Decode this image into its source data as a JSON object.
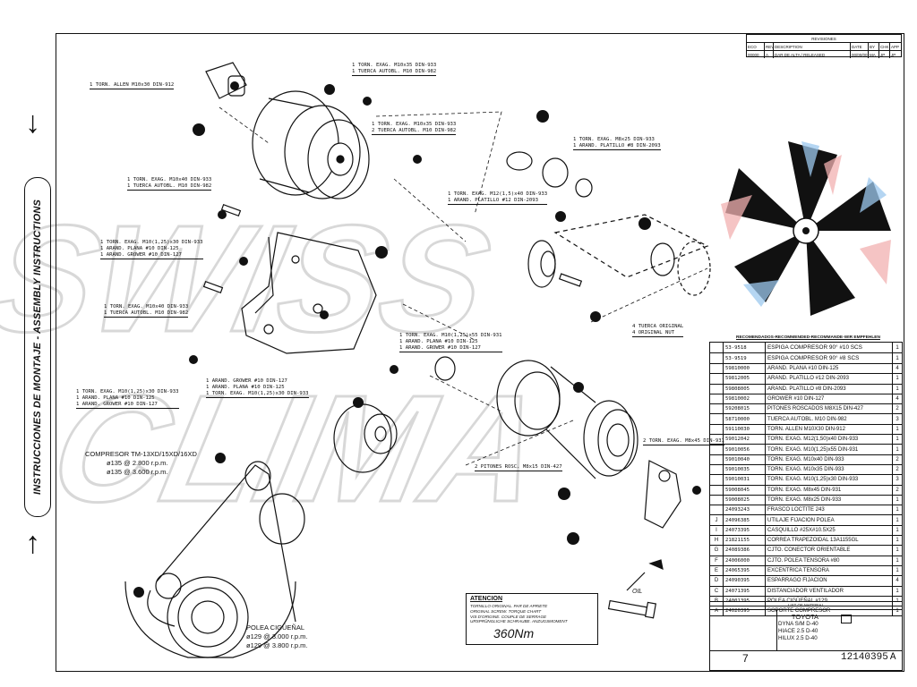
{
  "side": {
    "arrow_up_glyph": "↓",
    "arrow_down_glyph": "↑",
    "title": "INSTRUCCIONES DE MONTAJE - ASSEMBLY INSTRUCTIONS"
  },
  "labels": [
    {
      "l1": "1 TORN. ALLEN M10x30 DIN-912"
    },
    {
      "l1": "1 TORN. EXAG. M10x35 DIN-933",
      "l2": "1 TUERCA AUTOBL. M10 DIN-982"
    },
    {
      "l1": "1 TORN. EXAG. M10x35 DIN-933",
      "l2": "2 TUERCA AUTOBL. M10 DIN-982"
    },
    {
      "l1": "1 TORN. EXAG. M8x25 DIN-933",
      "l2": "1 ARAND. PLATILLO #8 DIN-2093"
    },
    {
      "l1": "1 TORN. EXAG. M10x40 DIN-933",
      "l2": "1 TUERCA AUTOBL. M10 DIN-982"
    },
    {
      "l1": "1 TORN. EXAG. M12(1,5)x40 DIN-933",
      "l2": "1 ARAND. PLATILLO #12 DIN-2093"
    },
    {
      "l1": "1 TORN. EXAG. M10(1,25)x30 DIN-933",
      "l2": "1 ARAND. PLANA #10 DIN-125",
      "l3": "1 ARAND. GROWER #10 DIN-127"
    },
    {
      "l1": "1 TORN. EXAG. M10x40 DIN-933",
      "l2": "1 TUERCA AUTOBL. M10 DIN-982"
    },
    {
      "l1": "1 TORN. EXAG. M10(1,25)x55 DIN-931",
      "l2": "1 ARAND. PLANA #10 DIN-125",
      "l3": "1 ARAND. GROWER #10 DIN-127"
    },
    {
      "l1": "4 TUERCA ORIGINAL",
      "l2": "4 ORIGINAL NUT"
    },
    {
      "l1": "1 TORN. EXAG. M10(1,25)x30 DIN-933",
      "l2": "1 ARAND. PLANA #10 DIN-125",
      "l3": "1 ARAND. GROWER #10 DIN-127"
    },
    {
      "l1": "1 ARAND. GROWER #10 DIN-127",
      "l2": "1 ARAND. PLANA #10 DIN-125",
      "l3": "1 TORN. EXAG. M10(1,25)x30 DIN-933"
    },
    {
      "l1": "2 TORN. EXAG. M8x45 DIN-931"
    },
    {
      "l1": "2 PITONES ROSC. M8x15 DIN-427"
    }
  ],
  "compressor_note": {
    "line1": "COMPRESOR TM-13XD/15XD/16XD",
    "line2": "ø135 @ 2.800 r.p.m.",
    "line3": "ø135 @ 3.600 r.p.m."
  },
  "pulley_note": {
    "line1": "POLEA CIGÜEÑAL",
    "line2": "ø129 @ 3.000 r.p.m.",
    "line3": "ø129 @ 3.800 r.p.m."
  },
  "oil_label": "OIL",
  "atencion": {
    "title": "ATENCION",
    "b1": "TORNILLO ORIGINAL. PAR DE APRIETE",
    "b2": "ORIGINAL SCREW. TORQUE CHART",
    "b3": "VIS D'ORIGINE. COUPLE DE SERRAGE",
    "b4": "URSPRÜNGLICHE SCHRAUBE. ANZUGSMOMENT",
    "value": "360Nm"
  },
  "revisions": {
    "header": "REVISIONES",
    "cols": [
      "ECO",
      "REV",
      "DESCRIPTION",
      "DATE",
      "BY",
      "CHK",
      "APP"
    ],
    "row": [
      "00000",
      "A",
      "DAR DE ALTA / RELEASED",
      "00/00/00",
      "MA",
      "JP",
      "JP"
    ]
  },
  "recommended_header": "RECOMENDADOS-RECOMMENDED-RECOMMANDÉ-WIR EMPFEHLEN",
  "recommended": [
    {
      "code": "53-9518",
      "desc": "ESPIGA COMPRESOR 90° #10 SCS",
      "qty": "1"
    },
    {
      "code": "53-9519",
      "desc": "ESPIGA COMPRESOR 90° #8 SCS",
      "qty": "1"
    }
  ],
  "parts": [
    {
      "pos": "",
      "code": "59810000",
      "desc": "ARAND. PLANA #10 DIN-125",
      "qty": "4"
    },
    {
      "pos": "",
      "code": "59812005",
      "desc": "ARAND. PLATILLO #12 DIN-2093",
      "qty": "1"
    },
    {
      "pos": "",
      "code": "59808005",
      "desc": "ARAND. PLATILLO #8 DIN-2093",
      "qty": "1"
    },
    {
      "pos": "",
      "code": "59810002",
      "desc": "GROWER #10 DIN-127",
      "qty": "4"
    },
    {
      "pos": "",
      "code": "59208015",
      "desc": "PITONES ROSCADOS M8X15 DIN-427",
      "qty": "2"
    },
    {
      "pos": "",
      "code": "58710000",
      "desc": "TUERCA AUTOBL. M10 DIN-982",
      "qty": "3"
    },
    {
      "pos": "",
      "code": "59110030",
      "desc": "TORN. ALLEN M10X30 DIN-912",
      "qty": "1"
    },
    {
      "pos": "",
      "code": "59012042",
      "desc": "TORN. EXAG. M12(1,50)x40 DIN-933",
      "qty": "1"
    },
    {
      "pos": "",
      "code": "59010056",
      "desc": "TORN. EXAG. M10(1,25)x55 DIN-931",
      "qty": "1"
    },
    {
      "pos": "",
      "code": "59010040",
      "desc": "TORN. EXAG. M10x40 DIN-933",
      "qty": "2"
    },
    {
      "pos": "",
      "code": "59010035",
      "desc": "TORN. EXAG. M10x35 DIN-933",
      "qty": "2"
    },
    {
      "pos": "",
      "code": "59010031",
      "desc": "TORN. EXAG. M10(1,25)x30 DIN-933",
      "qty": "3"
    },
    {
      "pos": "",
      "code": "59008045",
      "desc": "TORN. EXAG. M8x45 DIN-931",
      "qty": "2"
    },
    {
      "pos": "",
      "code": "59008025",
      "desc": "TORN. EXAG. M8x25 DIN-933",
      "qty": "1"
    },
    {
      "pos": "",
      "code": "24093243",
      "desc": "FRASCO LOCTITE 243",
      "qty": "1"
    },
    {
      "pos": "J",
      "code": "24096385",
      "desc": "UTILAJE FIJACION POLEA",
      "qty": "1"
    },
    {
      "pos": "I",
      "code": "24073395",
      "desc": "CASQUILLO #25X#10.5X25",
      "qty": "1"
    },
    {
      "pos": "H",
      "code": "21821155",
      "desc": "CORREA TRAPEZOIDAL 13A1155GL",
      "qty": "1"
    },
    {
      "pos": "G",
      "code": "24089386",
      "desc": "CJTO. CONECTOR ORIENTABLE",
      "qty": "1"
    },
    {
      "pos": "F",
      "code": "24006000",
      "desc": "CJTO. POLEA TENSORA #80",
      "qty": "1"
    },
    {
      "pos": "E",
      "code": "24065395",
      "desc": "EXCENTRICA TENSORA",
      "qty": "1"
    },
    {
      "pos": "D",
      "code": "24090395",
      "desc": "ESPARRAGO FIJACION",
      "qty": "4"
    },
    {
      "pos": "C",
      "code": "24071395",
      "desc": "DISTANCIADOR VENTILADOR",
      "qty": "1"
    },
    {
      "pos": "B",
      "code": "24001395",
      "desc": "POLEA CIGÜEÑAL #129",
      "qty": "1"
    },
    {
      "pos": "A",
      "code": "24020395",
      "desc": "SOPORTE COMPRESOR",
      "qty": "1"
    }
  ],
  "title_block": {
    "make": "TOYOTA",
    "m1": "DYNA S/M D-40",
    "m2": "HIACE 2.5 D-40",
    "m3": "HILUX 2.5 D-40",
    "sheet_no": "7",
    "drawing_no": "12140395",
    "rev": "A",
    "list_header": "LIST OF MATERIAL"
  },
  "watermark_text": "SWISS CLIMA",
  "colors": {
    "ink": "#111111",
    "fan_red": "#f2b0b0",
    "fan_blue": "#9cc8ee",
    "watermark": "#e8e8e8"
  }
}
